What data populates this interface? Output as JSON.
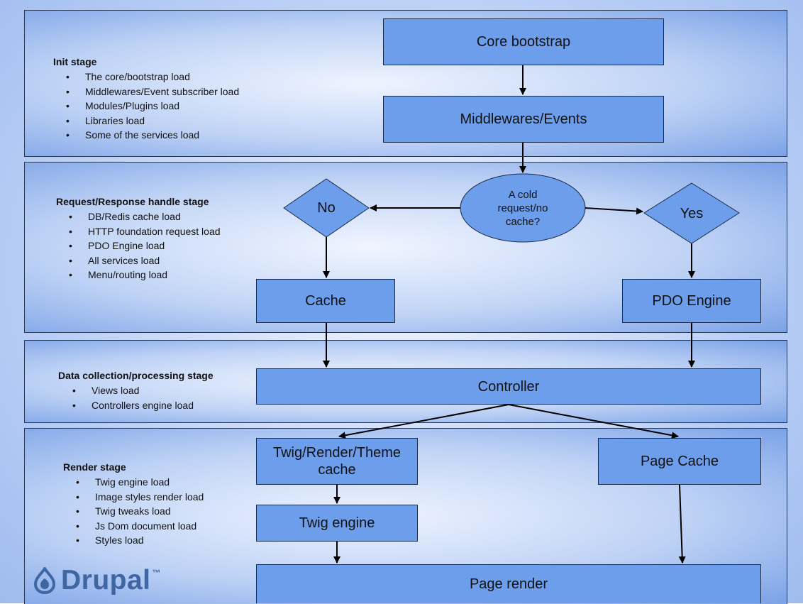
{
  "stages": {
    "init": {
      "title": "Init stage",
      "items": [
        "The core/bootstrap load",
        "Middlewares/Event subscriber load",
        "Modules/Plugins load",
        "Libraries load",
        "Some of the services load"
      ]
    },
    "request": {
      "title": "Request/Response handle stage",
      "items": [
        "DB/Redis cache load",
        "HTTP foundation request load",
        "PDO Engine load",
        "All services load",
        "Menu/routing load"
      ]
    },
    "data": {
      "title": "Data collection/processing stage",
      "items": [
        "Views load",
        "Controllers engine load"
      ]
    },
    "render": {
      "title": "Render stage",
      "items": [
        "Twig engine load",
        "Image styles render load",
        "Twig tweaks load",
        "Js Dom document load",
        "Styles load"
      ]
    }
  },
  "nodes": {
    "core_bootstrap": "Core bootstrap",
    "middlewares_events": "Middlewares/Events",
    "decision_line1": "A cold",
    "decision_line2": "request/no",
    "decision_line3": "cache?",
    "no": "No",
    "yes": "Yes",
    "cache": "Cache",
    "pdo_engine": "PDO Engine",
    "controller": "Controller",
    "twig_render_line1": "Twig/Render/Theme",
    "twig_render_line2": "cache",
    "page_cache": "Page Cache",
    "twig_engine": "Twig engine",
    "page_render": "Page render"
  },
  "logo": {
    "text": "Drupal",
    "tm": "™"
  },
  "colors": {
    "box_fill": "#6d9eeb",
    "stroke": "#000000",
    "logo": "#3e66a3"
  }
}
